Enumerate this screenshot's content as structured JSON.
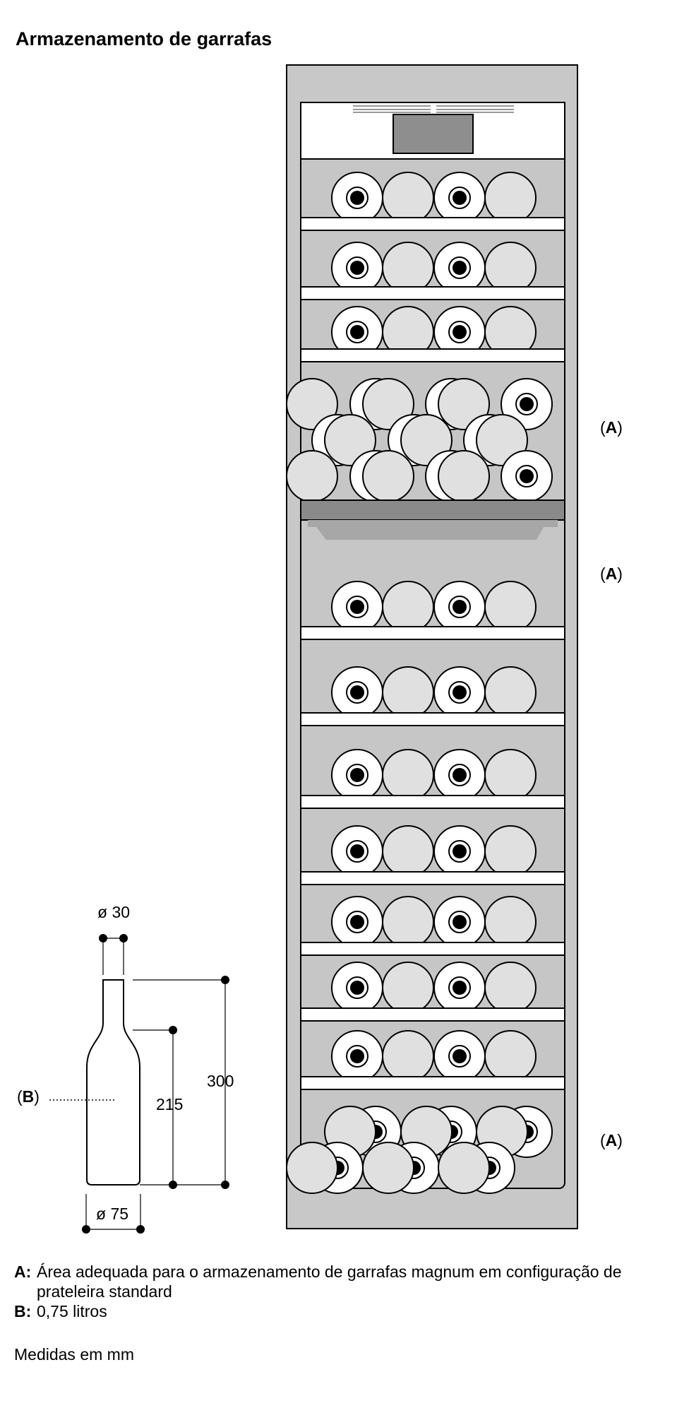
{
  "title": "Armazenamento de garrafas",
  "callouts": {
    "A_label": "A",
    "B_label": "B"
  },
  "bottle": {
    "neck_diameter": "ø 30",
    "body_diameter": "ø 75",
    "shoulder_height": "215",
    "total_height": "300"
  },
  "legend": [
    {
      "key": "A:",
      "text": "Área adequada para o armazenamento de garrafas magnum em configuração de prateleira standard"
    },
    {
      "key": "B:",
      "text": "0,75 litros"
    }
  ],
  "note": "Medidas em mm",
  "colors": {
    "cabinet_frame": "#c8c8c8",
    "interior": "#c6c6c6",
    "bottle_fill": "#e0e0e0",
    "shelf": "#ffffff",
    "display": "#8e8e8e",
    "divider": "#8a8a8a",
    "outline": "#000000"
  }
}
